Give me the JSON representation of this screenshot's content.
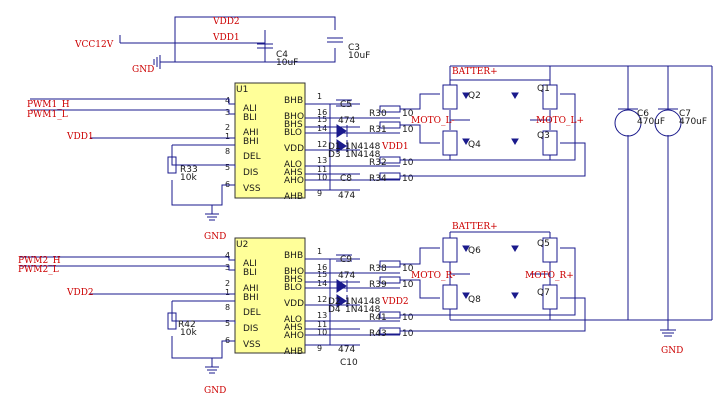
{
  "power": {
    "vdd2": "VDD2",
    "vdd1": "VDD1",
    "vcc": "VCC12V",
    "gnd": "GND",
    "c4_ref": "C4",
    "c4_val": "10uF",
    "c3_ref": "C3",
    "c3_val": "10uF"
  },
  "driver1": {
    "ref": "U1",
    "pins_left": [
      "ALI",
      "BLI",
      "AHI",
      "BHI",
      "DEL",
      "DIS",
      "VSS"
    ],
    "pins_right": [
      "BHB",
      "BHO",
      "BHS",
      "BLO",
      "VDD",
      "ALO",
      "AHS",
      "AHO",
      "AHB"
    ],
    "in_h": "PWM1_H",
    "in_l": "PWM1_L",
    "vdd": "VDD1",
    "r_ref": "R33",
    "r_val": "10k",
    "gnd": "GND",
    "cap": "C5",
    "cap2": "C8",
    "val474a": "474",
    "val474b": "474",
    "d1": "D1",
    "d2": "D3",
    "d1_part": "1N4148",
    "d2_part": "1N4148",
    "d_vdd": "VDD1",
    "r_gate": [
      "R30",
      "R31",
      "R32",
      "R34"
    ],
    "r_gate_val": "10",
    "pin_nums_left": [
      "4",
      "3",
      "2",
      "1",
      "8",
      "5",
      "6"
    ],
    "pin_nums_right": [
      "1",
      "16",
      "15",
      "14",
      "12",
      "13",
      "11",
      "10",
      "9"
    ]
  },
  "driver2": {
    "ref": "U2",
    "pins_left": [
      "ALI",
      "BLI",
      "AHI",
      "BHI",
      "DEL",
      "DIS",
      "VSS"
    ],
    "pins_right": [
      "BHB",
      "BHO",
      "BHS",
      "BLO",
      "VDD",
      "ALO",
      "AHS",
      "AHO",
      "AHB"
    ],
    "in_h": "PWM2_H",
    "in_l": "PWM2_L",
    "vdd": "VDD2",
    "r_ref": "R42",
    "r_val": "10k",
    "gnd": "GND",
    "cap": "C9",
    "cap2": "C10",
    "val474a": "474",
    "val474b": "474",
    "d1": "D2",
    "d2": "D4",
    "d1_part": "1N4148",
    "d2_part": "1N4148",
    "d_vdd": "VDD2",
    "r_gate": [
      "R38",
      "R39",
      "R41",
      "R43"
    ],
    "r_gate_val": "10",
    "pin_nums_left": [
      "4",
      "3",
      "2",
      "1",
      "8",
      "5",
      "6"
    ],
    "pin_nums_right": [
      "1",
      "16",
      "15",
      "14",
      "12",
      "13",
      "11",
      "10",
      "9"
    ]
  },
  "bridge1": {
    "battery": "BATTER+",
    "moto_l": "MOTO_L-",
    "moto_r": "MOTO_L+",
    "q": [
      "Q2",
      "Q1",
      "Q4",
      "Q3"
    ]
  },
  "bridge2": {
    "battery": "BATTER+",
    "moto_l": "MOTO_R-",
    "moto_r": "MOTO_R+",
    "q": [
      "Q6",
      "Q5",
      "Q8",
      "Q7"
    ]
  },
  "bulk": {
    "c6_ref": "C6",
    "c6_val": "470uF",
    "c7_ref": "C7",
    "c7_val": "470uF",
    "gnd": "GND"
  }
}
